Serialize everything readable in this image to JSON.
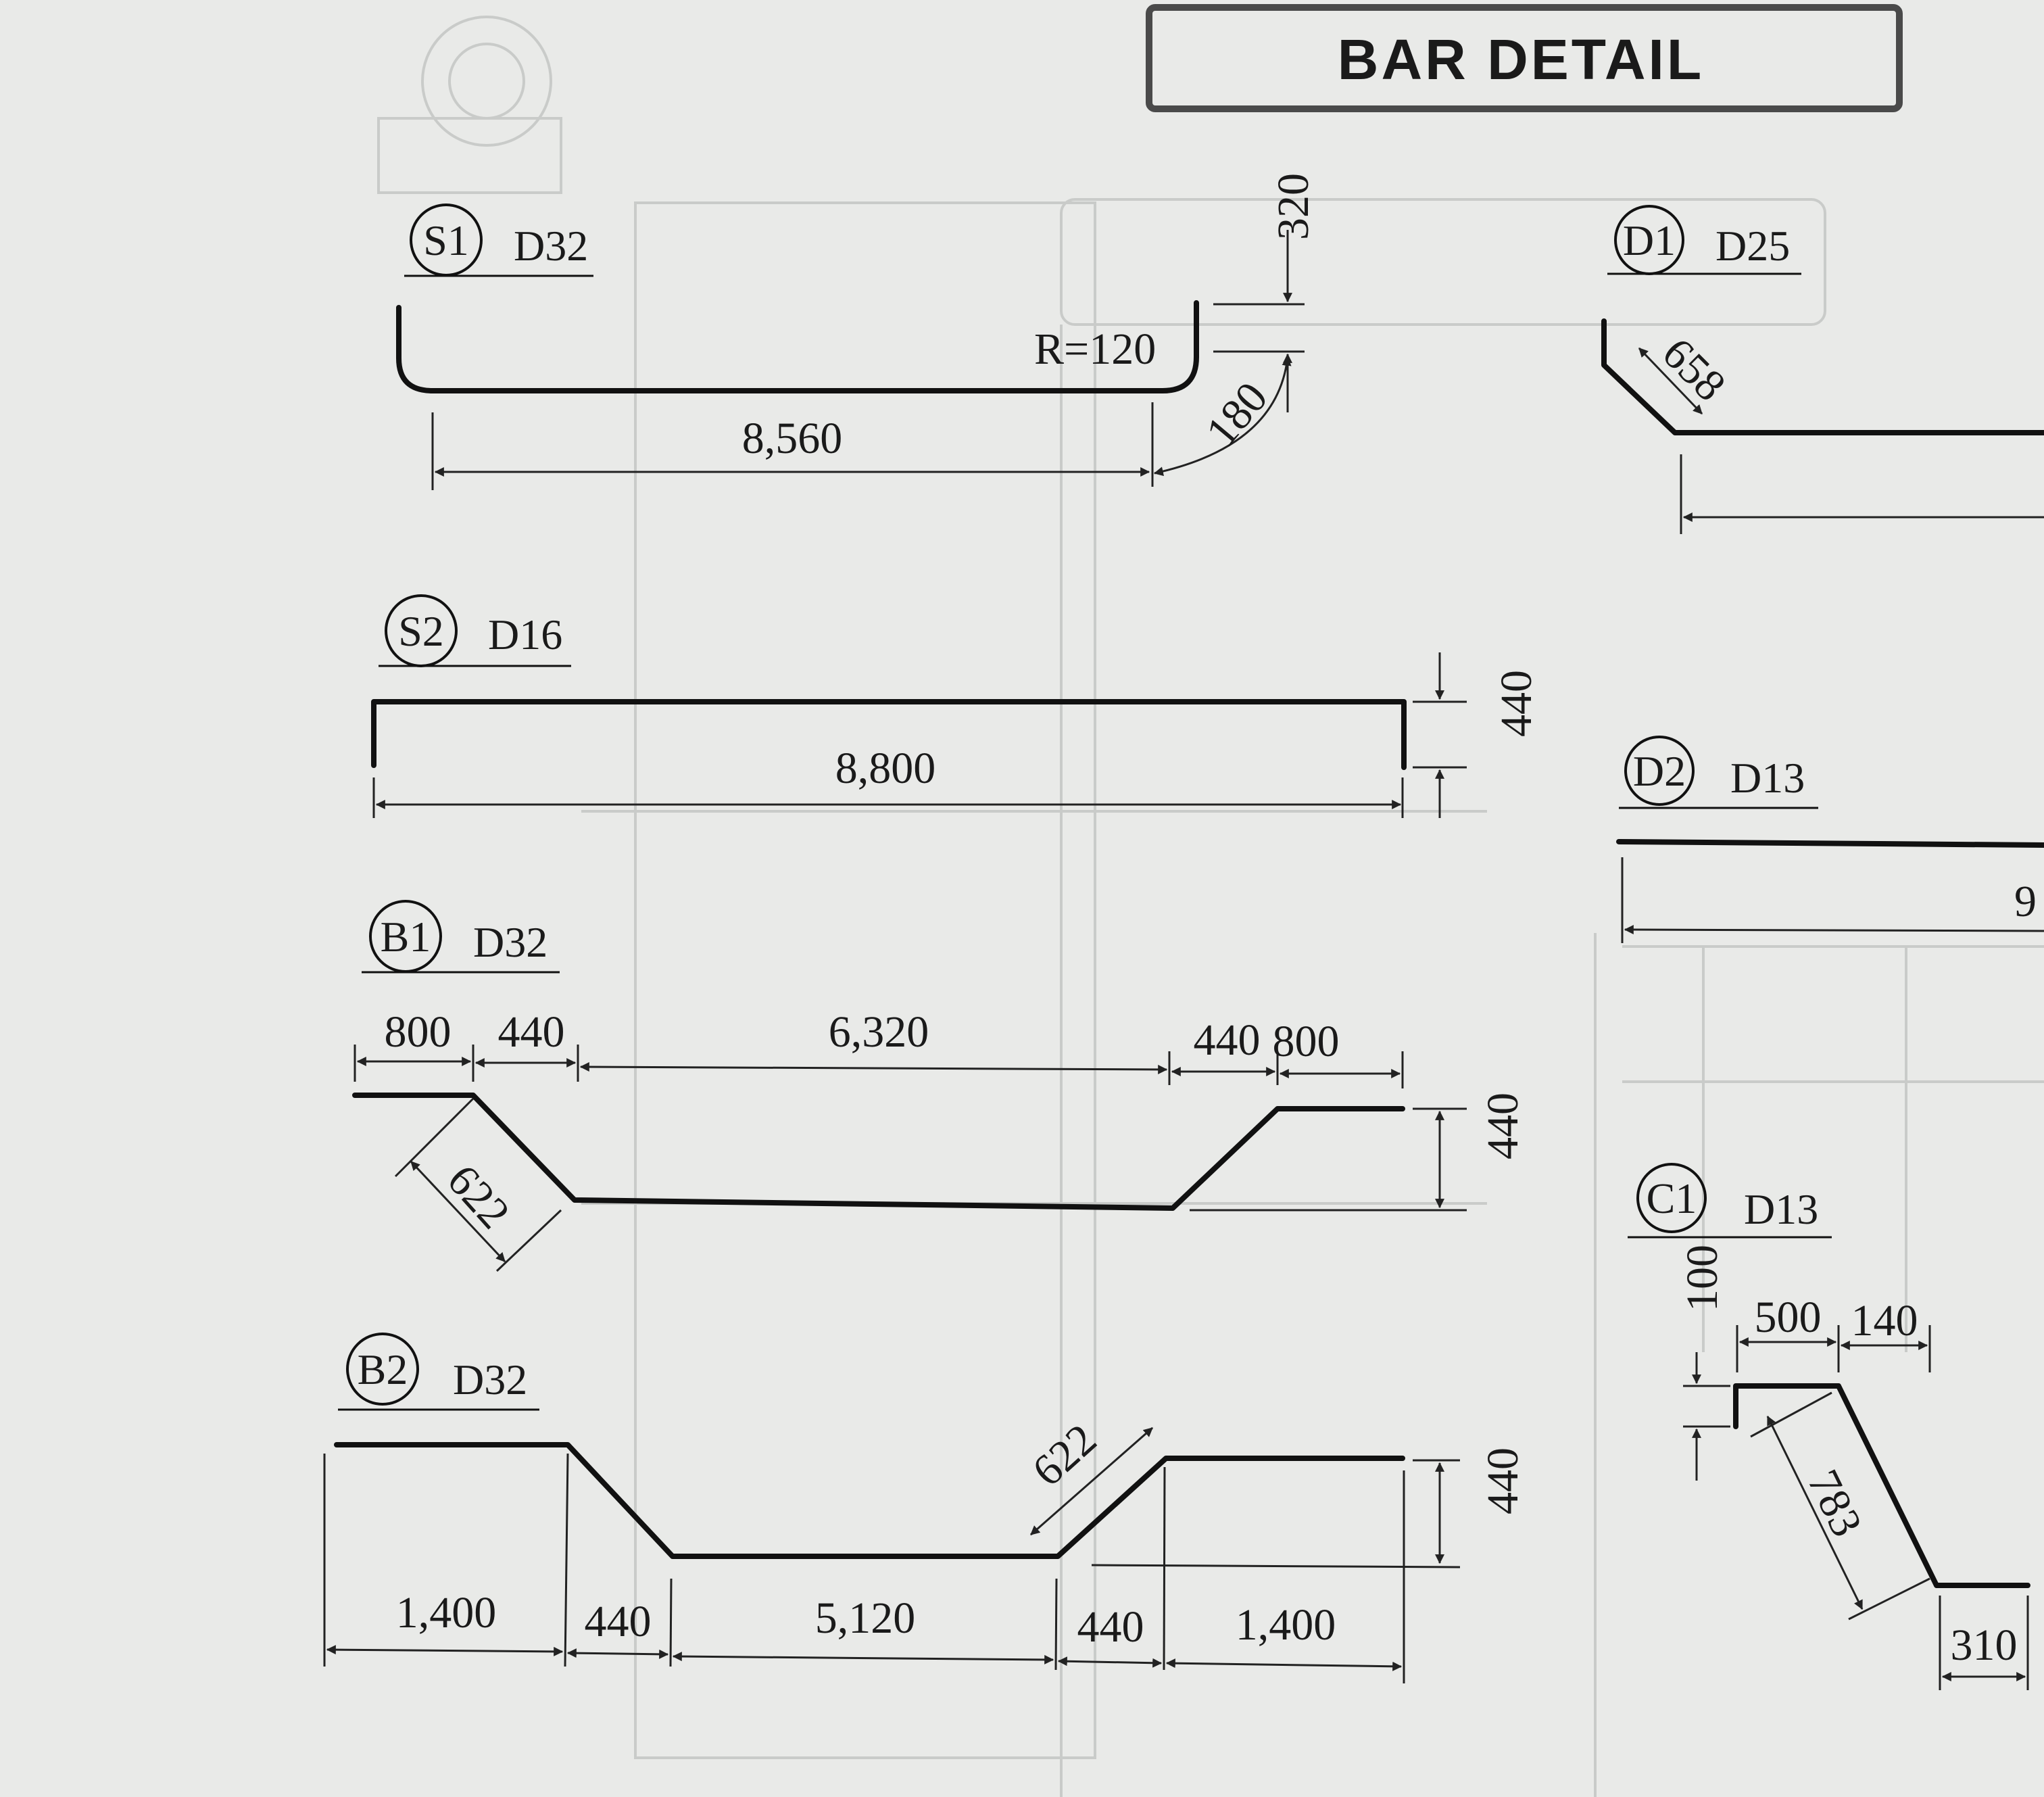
{
  "title": "BAR DETAIL",
  "bars": {
    "s1": {
      "id": "S1",
      "size": "D32",
      "length": "8,560",
      "radius": "R=120",
      "leg": "320",
      "arc": "180"
    },
    "s2": {
      "id": "S2",
      "size": "D16",
      "length": "8,800",
      "height": "440"
    },
    "b1": {
      "id": "B1",
      "size": "D32",
      "seg1": "800",
      "seg2": "440",
      "seg3": "6,320",
      "seg4": "440",
      "seg5": "800",
      "diag": "622",
      "height": "440"
    },
    "b2": {
      "id": "B2",
      "size": "D32",
      "seg1": "1,400",
      "seg2": "440",
      "seg3": "5,120",
      "seg4": "440",
      "seg5": "1,400",
      "diag": "622",
      "height": "440"
    },
    "d1": {
      "id": "D1",
      "size": "D25",
      "diag": "658"
    },
    "d2": {
      "id": "D2",
      "size": "D13",
      "partial": "9"
    },
    "c1": {
      "id": "C1",
      "size": "D13",
      "leg": "100",
      "seg1": "500",
      "seg2": "140",
      "diag": "783",
      "seg3": "310"
    }
  },
  "colors": {
    "ink": "#111111",
    "paper": "#e9eae8",
    "ghost": "#c9cbc9"
  }
}
